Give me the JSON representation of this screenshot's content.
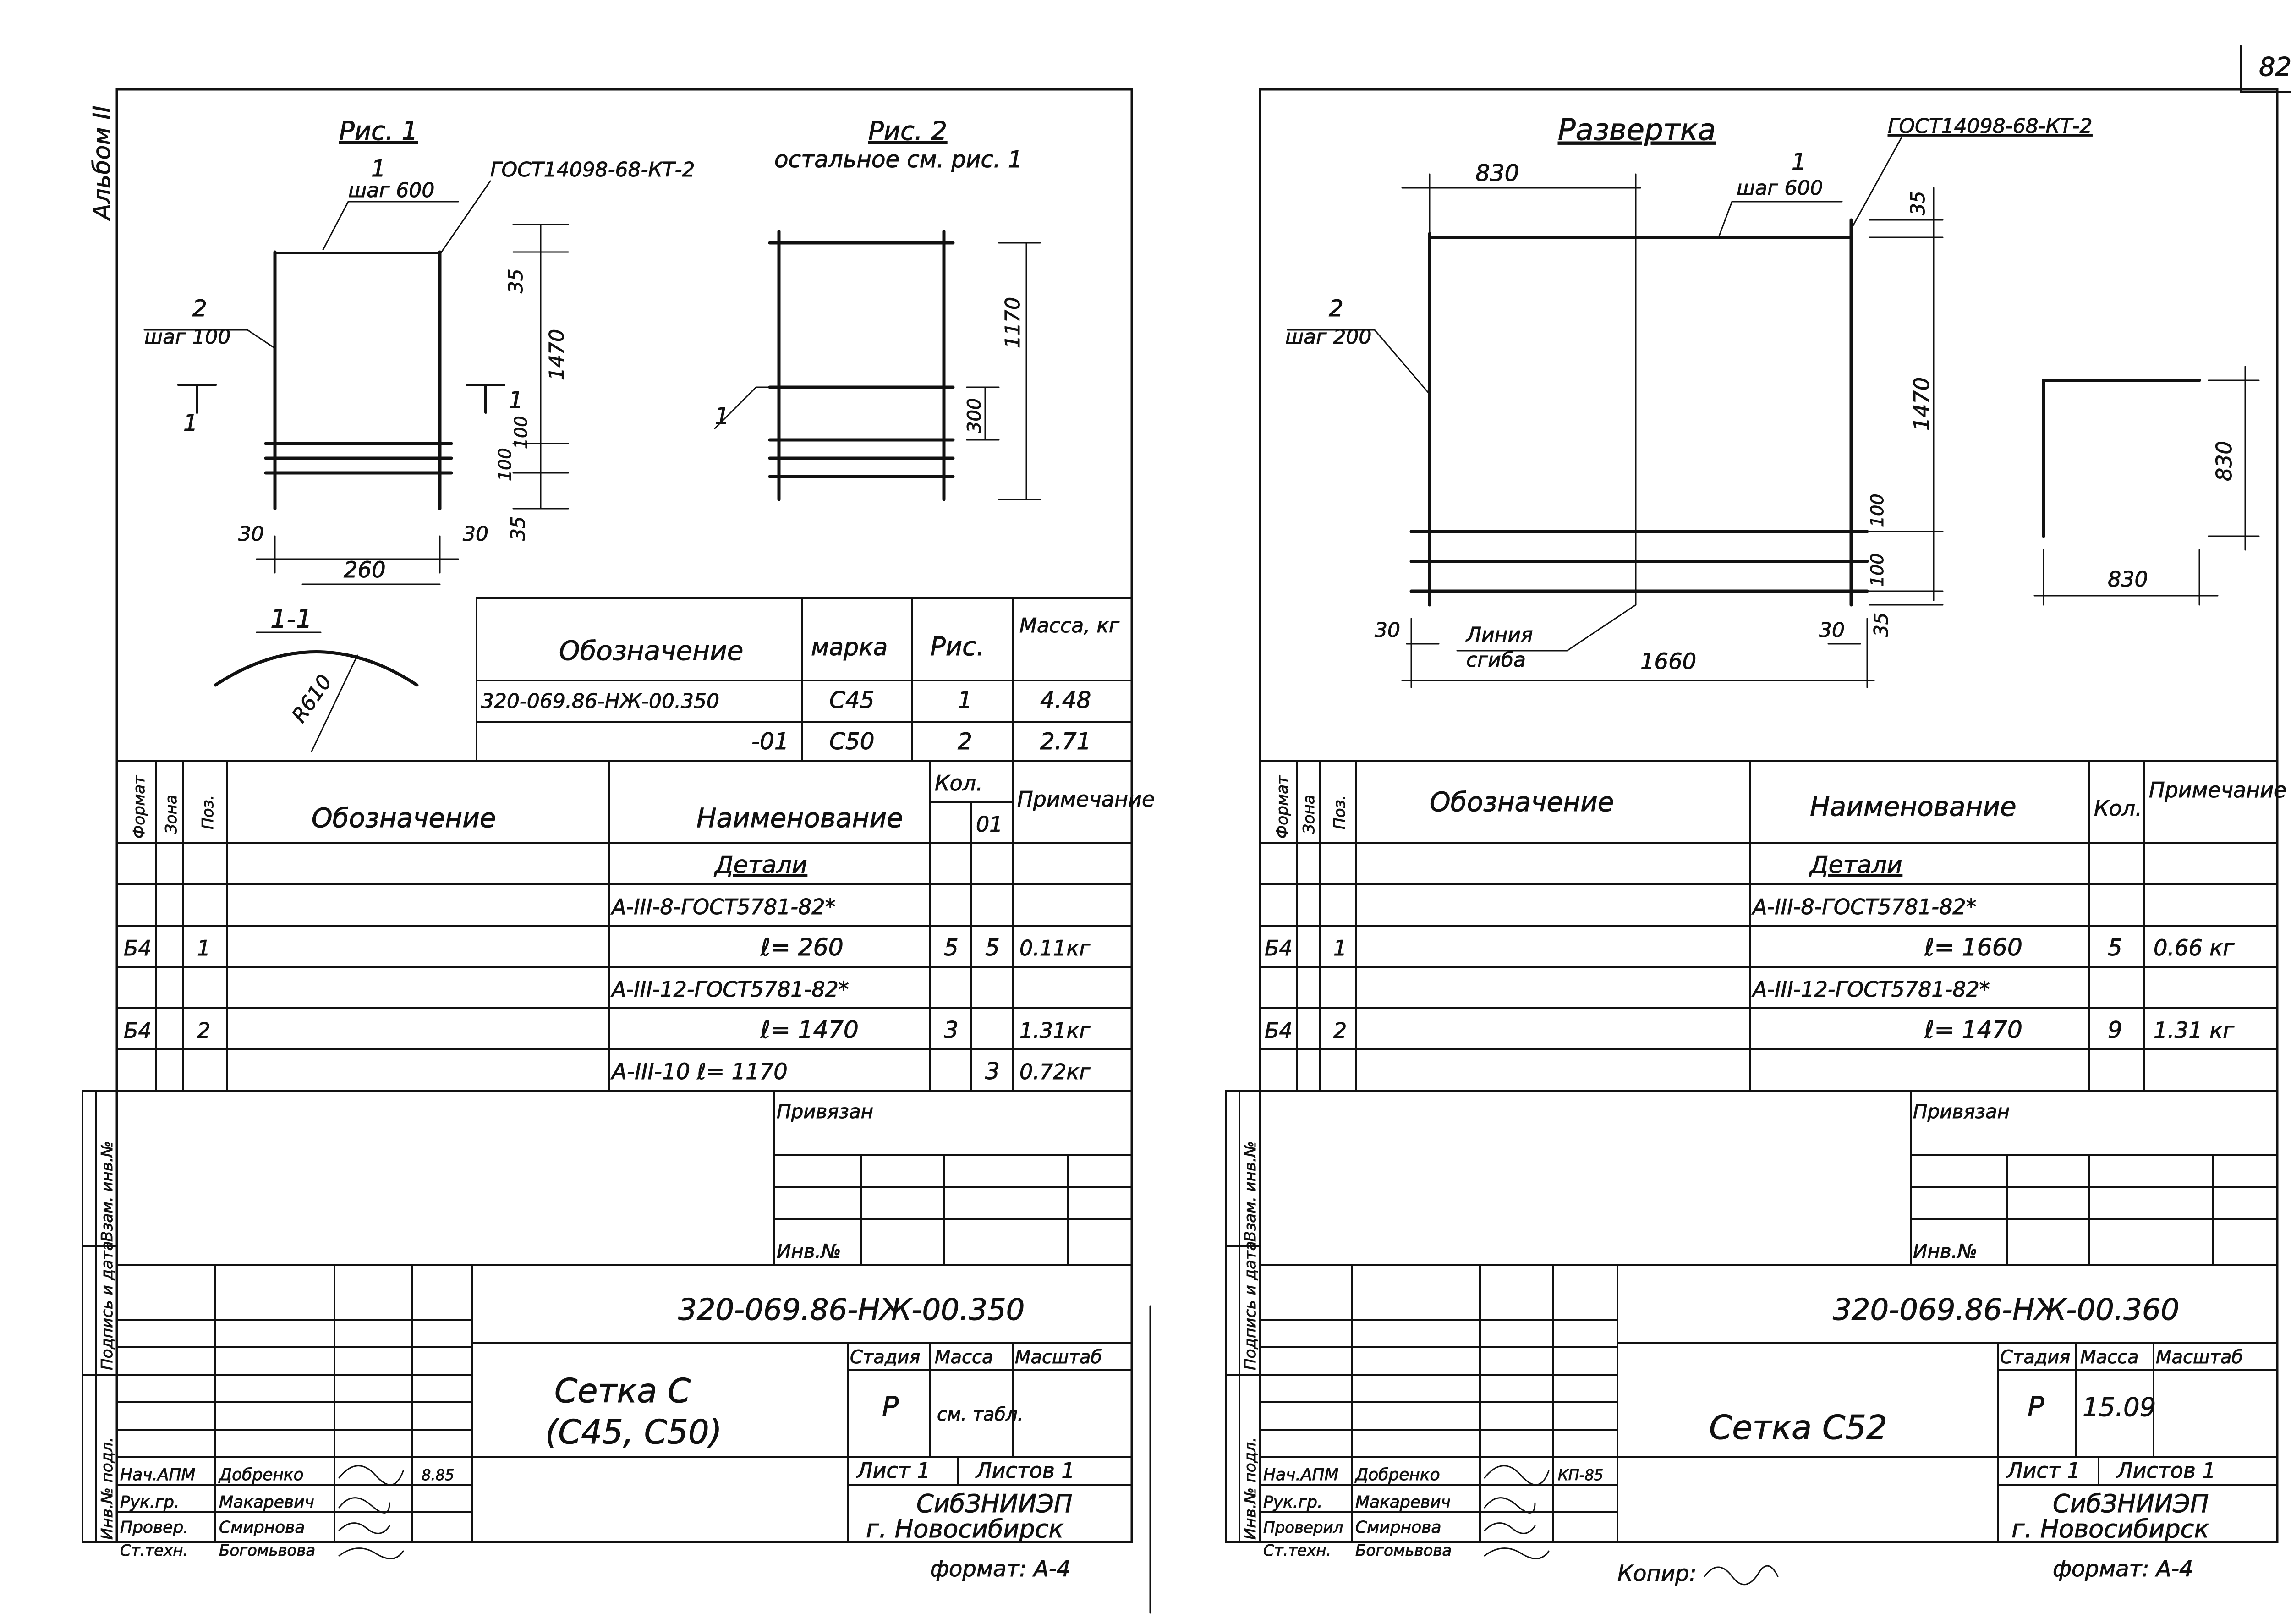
{
  "page_number": "82",
  "album_label": "Альбом II",
  "copy_label": "Копир:",
  "sheet1": {
    "fig1_title": "Рис. 1",
    "fig2_title": "Рис. 2",
    "fig2_note": "остальное см. рис. 1",
    "gost_callout": "ГОСТ14098-68-КТ-2",
    "pos1": "1",
    "step600": "шаг 600",
    "pos2": "2",
    "step100": "шаг 100",
    "dim_35": "35",
    "dim_1470": "1470",
    "dim_100": "100",
    "dim_30": "30",
    "dim_260": "260",
    "dim_1170": "1170",
    "dim_300": "300",
    "section_label": "1-1",
    "section_mark": "1",
    "radius": "R610",
    "variants_header": {
      "designation": "Обозначение",
      "mark": "марка",
      "fig": "Рис.",
      "mass": "Масса, кг"
    },
    "variants": [
      {
        "designation": "320-069.86-НЖ-00.350",
        "mark": "С45",
        "fig": "1",
        "mass": "4.48"
      },
      {
        "designation": "-01",
        "mark": "С50",
        "fig": "2",
        "mass": "2.71"
      }
    ],
    "spec_header": {
      "format": "Формат",
      "zone": "Зона",
      "pos": "Поз.",
      "designation": "Обозначение",
      "name": "Наименование",
      "qty": "Кол.",
      "qty01": "01",
      "note": "Примечание"
    },
    "spec_rows": [
      {
        "format": "",
        "pos": "",
        "name": "Детали",
        "qty": "",
        "qty01": "",
        "note": ""
      },
      {
        "format": "",
        "pos": "",
        "name": "А-III-8-ГОСТ5781-82*",
        "qty": "",
        "qty01": "",
        "note": ""
      },
      {
        "format": "Б4",
        "pos": "1",
        "name": "ℓ= 260",
        "qty": "5",
        "qty01": "5",
        "note": "0.11кг"
      },
      {
        "format": "",
        "pos": "",
        "name": "А-III-12-ГОСТ5781-82*",
        "qty": "",
        "qty01": "",
        "note": ""
      },
      {
        "format": "Б4",
        "pos": "2",
        "name": "ℓ= 1470",
        "qty": "3",
        "qty01": "",
        "note": "1.31кг"
      },
      {
        "format": "",
        "pos": "",
        "name": "А-III-10   ℓ= 1170",
        "qty": "",
        "qty01": "3",
        "note": "0.72кг"
      }
    ],
    "attached": "Привязан",
    "inv_no": "Инв.№",
    "doc_code": "320-069.86-НЖ-00.350",
    "title_1": "Сетка С",
    "title_2": "(С45, С50)",
    "stage_h": "Стадия",
    "mass_h": "Масса",
    "scale_h": "Масштаб",
    "stage": "Р",
    "mass": "см. табл.",
    "sheet": "Лист 1",
    "sheets": "Листов 1",
    "org": "СибЗНИИЭП",
    "city": "г. Новосибирск",
    "format": "формат: А-4",
    "signers": [
      {
        "role": "Нач.АПМ",
        "name": "Добренко",
        "date": "8.85"
      },
      {
        "role": "Рук.гр.",
        "name": "Макаревич",
        "date": ""
      },
      {
        "role": "Провер.",
        "name": "Смирнова",
        "date": ""
      },
      {
        "role": "Ст.техн.",
        "name": "Богомьвова",
        "date": ""
      }
    ],
    "side_stamp": [
      "Инв.№ подл.",
      "Подпись и дата",
      "Взам. инв.№"
    ]
  },
  "sheet2": {
    "title": "Развертка",
    "gost_callout": "ГОСТ14098-68-КТ-2",
    "pos1": "1",
    "step600": "шаг 600",
    "pos2": "2",
    "step200": "шаг 200",
    "dim_830_top": "830",
    "dim_35": "35",
    "dim_1470": "1470",
    "dim_100": "100",
    "dim_30": "30",
    "dim_1660": "1660",
    "bend_line": "Линия сгиба",
    "dim_830_v": "830",
    "dim_830_h": "830",
    "spec_header": {
      "format": "Формат",
      "zone": "Зона",
      "pos": "Поз.",
      "designation": "Обозначение",
      "name": "Наименование",
      "qty": "Кол.",
      "note": "Примечание"
    },
    "spec_rows": [
      {
        "format": "",
        "pos": "",
        "name": "Детали",
        "qty": "",
        "note": ""
      },
      {
        "format": "",
        "pos": "",
        "name": "А-III-8-ГОСТ5781-82*",
        "qty": "",
        "note": ""
      },
      {
        "format": "Б4",
        "pos": "1",
        "name": "ℓ= 1660",
        "qty": "5",
        "note": "0.66 кг"
      },
      {
        "format": "",
        "pos": "",
        "name": "А-III-12-ГОСТ5781-82*",
        "qty": "",
        "note": ""
      },
      {
        "format": "Б4",
        "pos": "2",
        "name": "ℓ= 1470",
        "qty": "9",
        "note": "1.31 кг"
      },
      {
        "format": "",
        "pos": "",
        "name": "",
        "qty": "",
        "note": ""
      }
    ],
    "attached": "Привязан",
    "inv_no": "Инв.№",
    "doc_code": "320-069.86-НЖ-00.360",
    "title_main": "Сетка С52",
    "stage_h": "Стадия",
    "mass_h": "Масса",
    "scale_h": "Масштаб",
    "stage": "Р",
    "mass": "15.09",
    "sheet": "Лист 1",
    "sheets": "Листов 1",
    "org": "СибЗНИИЭП",
    "city": "г. Новосибирск",
    "format": "формат: А-4",
    "signers": [
      {
        "role": "Нач.АПМ",
        "name": "Добренко",
        "date": "КП-85"
      },
      {
        "role": "Рук.гр.",
        "name": "Макаревич",
        "date": ""
      },
      {
        "role": "Проверил",
        "name": "Смирнова",
        "date": ""
      },
      {
        "role": "Ст.техн.",
        "name": "Богомьвова",
        "date": ""
      }
    ],
    "side_stamp": [
      "Инв.№ подл.",
      "Подпись и дата",
      "Взам. инв.№"
    ]
  }
}
